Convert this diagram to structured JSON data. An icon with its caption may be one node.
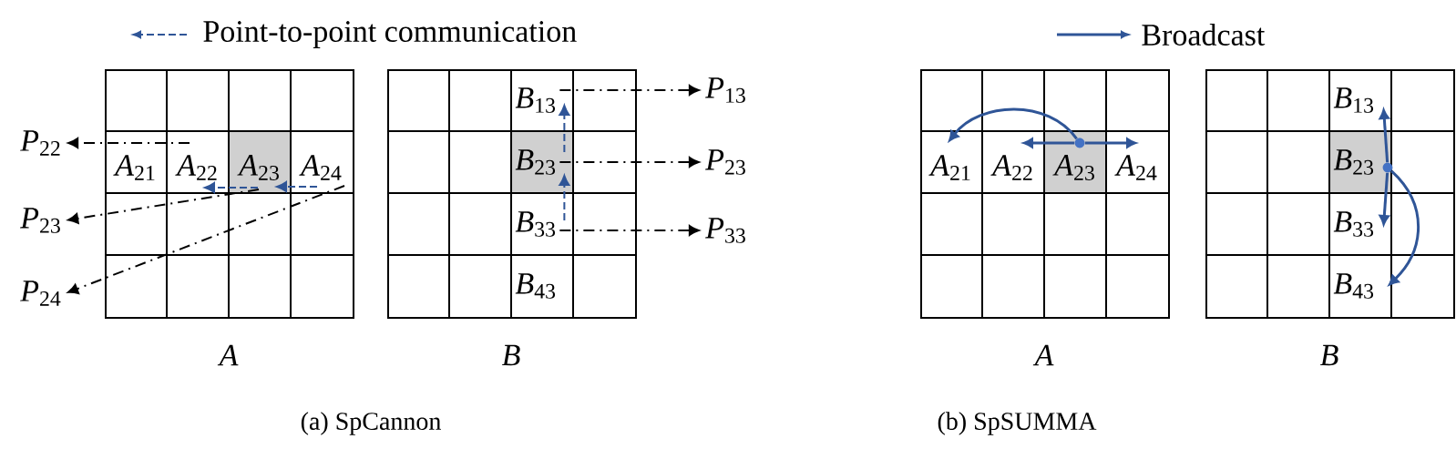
{
  "diagram": {
    "nodes": [
      {
        "text": [],
        "shape": "box",
        "beside": [
          "A"
        ]
      },
      {
        "text": [
          "*A*$_{21}$"
        ],
        "in": 0
      },
      {
        "text": [
          "*A*$_{22}$"
        ],
        "in": 0
      },
      {
        "text": [
          "*A*$_{23}$"
        ],
        "in": 0
      },
      {
        "text": [
          "*A*$_{24}$"
        ],
        "in": 0
      },
      {
        "text": [],
        "shape": "box",
        "beside": [
          "B"
        ]
      },
      {
        "text": [
          "*B*$_{13}$"
        ],
        "in": 5
      },
      {
        "text": [
          "*B*$_{23}$"
        ],
        "in": 5
      },
      {
        "text": [
          "*B*$_{33}$"
        ],
        "in": 5
      },
      {
        "text": [
          "*B*$_{43}$"
        ],
        "in": 5
      },
      {
        "text": [
          "*P*$_{22}$"
        ]
      },
      {
        "text": [
          "*P*$_{23}$"
        ]
      },
      {
        "text": [
          "*P*$_{24}$"
        ]
      },
      {
        "text": [
          "*P*$_{13}$"
        ]
      },
      {
        "text": [
          "*P*$_{23}$"
        ]
      },
      {
        "text": [
          "*P*$_{33}$"
        ]
      },
      {
        "text": [],
        "shape": "box",
        "beside": [
          "A"
        ]
      },
      {
        "text": [
          "*A*$_{21}$"
        ],
        "in": 16
      },
      {
        "text": [
          "*A*$_{22}$"
        ],
        "in": 16
      },
      {
        "text": [
          "*A*$_{23}$"
        ],
        "in": 16
      },
      {
        "text": [
          "*A*$_{24}$"
        ],
        "in": 16
      },
      {
        "text": [],
        "shape": "box",
        "beside": [
          "B"
        ]
      },
      {
        "text": [
          "*B*$_{13}$"
        ],
        "in": 21
      },
      {
        "text": [
          "*B*$_{23}$"
        ],
        "in": 21
      },
      {
        "text": [
          "*B*$_{33}$"
        ],
        "in": 21
      },
      {
        "text": [
          "*B*$_{43}$"
        ],
        "in": 21
      },
      {
        "text": [],
        "shape": "circle",
        "in": 16
      },
      {
        "text": [],
        "shape": "circle",
        "in": 21
      }
    ],
    "edges": [
      {
        "from": 2,
        "to": 10,
        "arrow": "to",
        "style": "dashed",
        "color": "#000000"
      },
      {
        "from": 3,
        "to": 11,
        "arrow": "to",
        "style": "dashed",
        "color": "#000000"
      },
      {
        "from": 4,
        "to": 12,
        "arrow": "to",
        "style": "dashed",
        "color": "#000000"
      },
      {
        "from": 4,
        "to": 3,
        "arrow": "to",
        "style": "dashed"
      },
      {
        "from": 3,
        "to": 2,
        "arrow": "to",
        "style": "dashed"
      },
      {
        "from": 6,
        "to": 13,
        "arrow": "to",
        "style": "dashed",
        "color": "#000000"
      },
      {
        "from": 7,
        "to": 14,
        "arrow": "to",
        "style": "dashed",
        "color": "#000000"
      },
      {
        "from": 8,
        "to": 15,
        "arrow": "to",
        "style": "dashed",
        "color": "#000000"
      },
      {
        "from": 8,
        "to": 7,
        "arrow": "to",
        "style": "dashed"
      },
      {
        "from": 7,
        "to": 6,
        "arrow": "to",
        "style": "dashed"
      },
      {
        "from": 26,
        "to": 18,
        "arrow": "to"
      },
      {
        "from": 26,
        "to": 20,
        "arrow": "to"
      },
      {
        "from": 26,
        "to": 17,
        "arrow": "to"
      },
      {
        "from": 27,
        "to": 22,
        "arrow": "to"
      },
      {
        "from": 27,
        "to": 24,
        "arrow": "to"
      },
      {
        "from": 27,
        "to": 25,
        "arrow": "to"
      }
    ],
    "labels": [
      "(a) SpCannon",
      "(b) SpSUMMA"
    ],
    "legend": [
      {
        "text": "Point-to-point communication"
      },
      {
        "text": "Broadcast"
      }
    ]
  }
}
